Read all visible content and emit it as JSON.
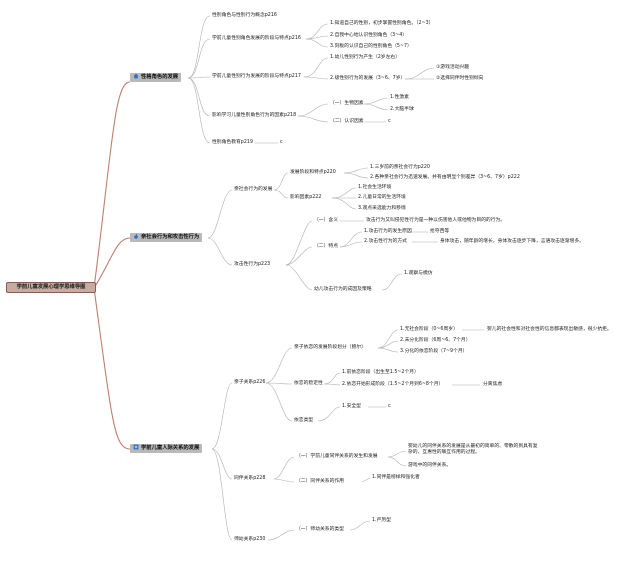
{
  "root": "学前儿童发展心理学思维导图",
  "branch1": {
    "title": "性格角色的发展",
    "items": [
      "性别角色与性别行为概念p216",
      "学前儿童性别角色发展的阶段与特点p216",
      "学前儿童性别行为发展的阶段与特点p217",
      "影响学习儿童性别角色行为的因素p218",
      "性别角色教育p219"
    ],
    "role_stages": [
      "1.知道自己的性别，初步掌握性别角色。（2~3）",
      "2.自我中心地认识性别角色（3~4）",
      "3.刻板的认识自己的性别角色（5~7）"
    ],
    "behavior_stages": [
      "1.幼儿性别行为产生（2岁左右）",
      "2.级性别行为的发展（3~6、7岁）"
    ],
    "behavior_sub": [
      "①游戏活动兴趣",
      "②选择同伴时性别倾向"
    ],
    "factors": [
      "（一）生物因素",
      "（二）认识因素"
    ],
    "bio_sub": [
      "1.性激素",
      "2.大脑半球"
    ],
    "mark_c": "c"
  },
  "branch2": {
    "title": "亲社会行为和攻击性行为",
    "prosocial": "亲社会行为的发展",
    "pro_items": [
      "发展阶段和特点p220",
      "影响因素p222"
    ],
    "pro_stage_sub": [
      "1.三岁前的亲社会行为p220",
      "2.各种亲社会行为迅速发展。并有由明显个别差异（3~6、7岁）p222"
    ],
    "pro_factor_sub": [
      "1.社会生活环境",
      "2.儿童日常的生活环境",
      "3.观点采选能力和移情"
    ],
    "aggressive": "攻击性行为p223",
    "agg_items": [
      "（一）含义",
      "（二）特点",
      "幼儿攻击行为的成因及策略"
    ],
    "agg_def": "攻击行为又叫侵犯性行为是一种以伤害他人或他物为目的的行为。",
    "agg_feat": [
      "1.攻击行为的发生原因",
      "2.攻击性行为的方式"
    ],
    "agg_feat_detail": [
      "抢夺西等",
      "身体攻击，随年龄的增长，身体攻击逐步下降，言语攻击逐渐增多。"
    ],
    "agg_cause": "1.观察与模仿"
  },
  "branch3": {
    "title": "学前儿童人际关系的发展",
    "items": [
      "亲子关系p226",
      "同伴关系p228",
      "师幼关系p230"
    ],
    "parent": [
      "亲子依恋的发展阶段划分（鲍尔）",
      "依恋的稳定性",
      "依恋类型"
    ],
    "attach_stages": [
      "1.无社会阶段（0~6周岁）",
      "2.未分化阶段（6周~6、7个月）",
      "3.分化的依恋阶段（7~9个月）"
    ],
    "attach_note": "婴儿的社会性和对社会性的信息都表现出敏感，很少抗拒。",
    "stable": [
      "1.前依恋阶段（出生至1.5~2个月）",
      "2.依恋开始形成阶段（1.5~2个月到6~8个月）"
    ],
    "stable_note": "分离焦虑",
    "types": "1.安全型",
    "mark_c": "c",
    "peer": [
      "（一）学前儿童同伴关系的发生和发展",
      "（二）同伴关系的作用"
    ],
    "peer_dev": [
      "婴幼儿的同伴关系的发展是从最初的简单的、零散的到具有复杂的、互惠性的联互作用的过程。",
      "游戏中的同伴关系。"
    ],
    "peer_role": "1.同伴是榜样和强化者",
    "teacher": "（一）师幼关系的类型",
    "teacher_type": "1.严厉型"
  },
  "colors": {
    "root_fill": "#c9a9a0",
    "branch_fill": "#b9b9b9",
    "line": "#c07f6d",
    "link": "#b0b0b0"
  }
}
